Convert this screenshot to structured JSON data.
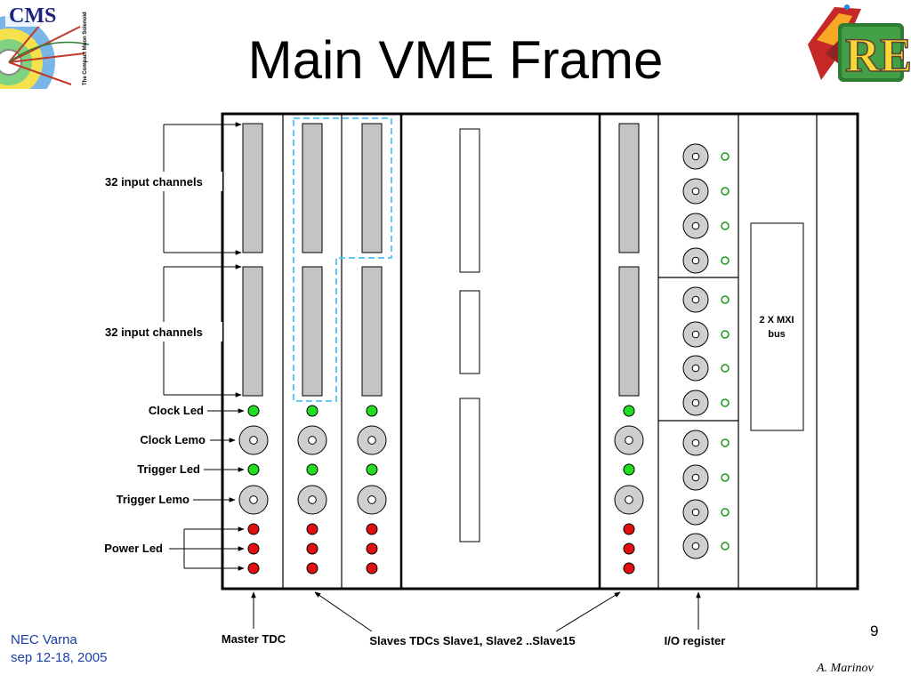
{
  "title": "Main VME Frame",
  "logos": {
    "cms_text": "CMS",
    "cms_subtext": "The Compact Muon Solenoid",
    "re_text": "RE"
  },
  "labels": {
    "input_channels_top": "32 input channels",
    "input_channels_bottom": "32 input channels",
    "clock_led": "Clock Led",
    "clock_lemo": "Clock Lemo",
    "trigger_led": "Trigger Led",
    "trigger_lemo": "Trigger Lemo",
    "power_led": "Power Led",
    "mxi_line1": "2 X MXI",
    "mxi_line2": "bus",
    "master_tdc": "Master TDC",
    "slaves": "Slaves TDCs Slave1, Slave2 ..Slave15",
    "io_register": "I/O register"
  },
  "footer": {
    "org": "NEC Varna",
    "date": "sep 12-18, 2005",
    "page": "9",
    "author": "A. Marinov"
  },
  "colors": {
    "led_green": "#22dd22",
    "led_red": "#e01010",
    "connector_fill": "#c4c4c4",
    "dashed_outline": "#4fc3f7",
    "footer_text": "#1a3ea8"
  }
}
